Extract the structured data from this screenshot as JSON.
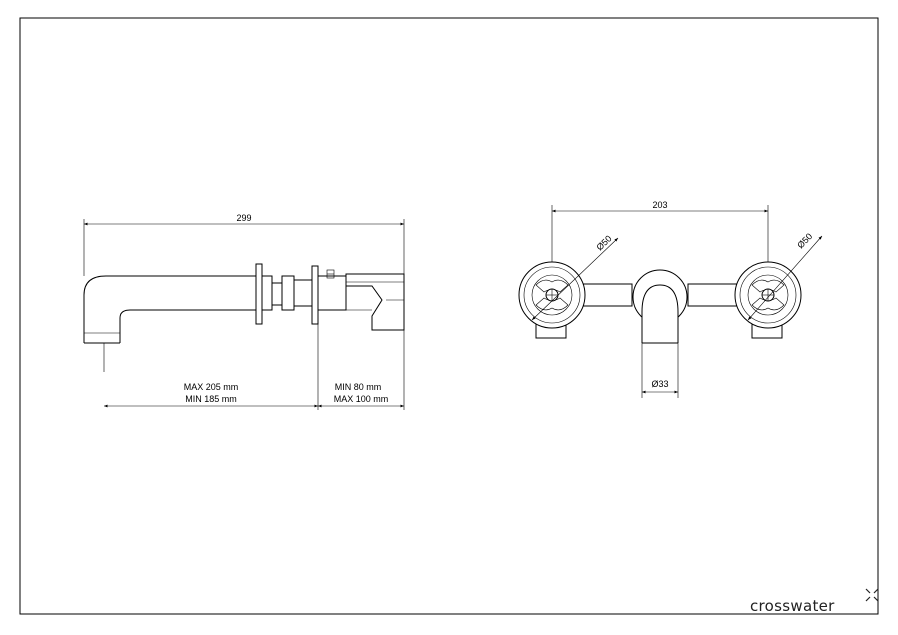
{
  "drawing": {
    "side_view": {
      "overall_length": "299",
      "spout_projection": {
        "max": "MAX 205 mm",
        "min": "MIN 185 mm"
      },
      "wall_depth": {
        "min": "MIN 80 mm",
        "max": "MAX 100 mm"
      }
    },
    "front_view": {
      "handle_centres": "203",
      "left_handle_diameter": "Ø50",
      "right_handle_diameter": "Ø50",
      "spout_diameter": "Ø33"
    }
  },
  "brand": {
    "logo_text": "crosswater",
    "logo_mark_icon": "crosswater-x-mark-icon"
  }
}
